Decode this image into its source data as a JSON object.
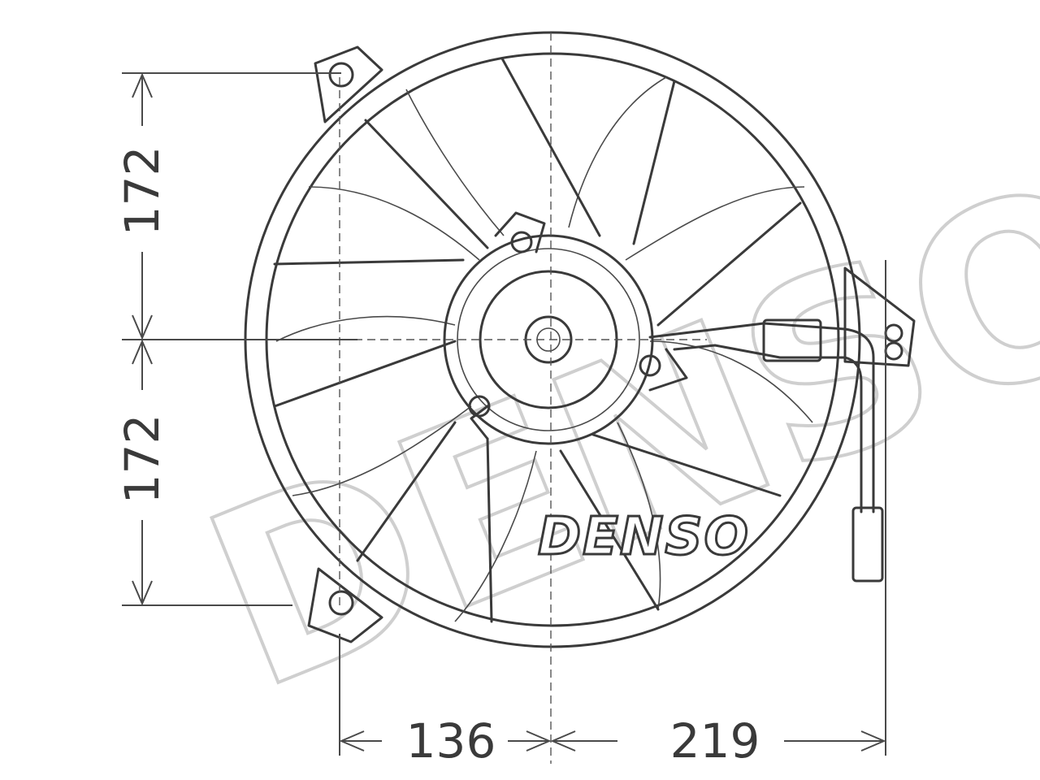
{
  "watermark": {
    "text": "DENSO"
  },
  "logo": {
    "text": "DENSO"
  },
  "dimensions": {
    "upper_vertical": "172",
    "lower_vertical": "172",
    "left_horizontal": "136",
    "right_horizontal": "219"
  },
  "colors": {
    "line": "#3a3a3a",
    "watermark": "#cfcfcf",
    "background": "#ffffff"
  }
}
